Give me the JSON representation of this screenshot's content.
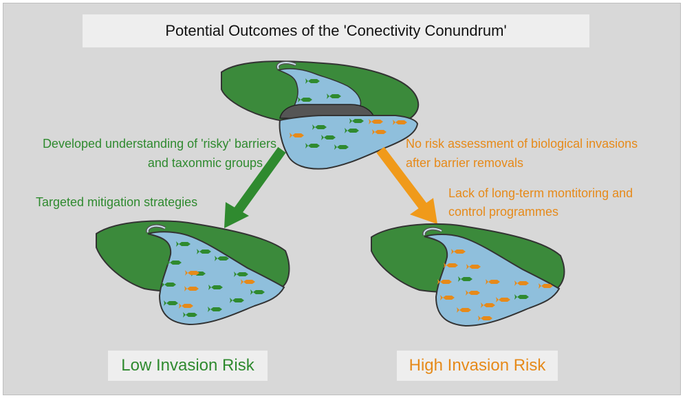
{
  "title": "Potential Outcomes of the 'Conectivity Conundrum'",
  "left_branch": {
    "line1": "Developed understanding of 'risky' barriers",
    "line2": "and taxonmic groups",
    "line3": "Targeted mitigation strategies",
    "color": "#2f8a2f"
  },
  "right_branch": {
    "line1": "No risk assessment of biological invasions",
    "line2": "after barrier removals",
    "line3": "Lack of long-term montitoring and",
    "line4": "control programmes",
    "color": "#e68a1a"
  },
  "outcomes": {
    "low": "Low Invasion Risk",
    "high": "High Invasion Risk"
  },
  "colors": {
    "land": "#3b8a3b",
    "water": "#8fbfdc",
    "outline": "#333333",
    "barrier": "#555555",
    "native_fish": "#2f8a2f",
    "invasive_fish": "#e68a1a",
    "background": "#d8d8d8"
  },
  "icons": [
    "river-scene-with-barrier",
    "river-scene-native-fish",
    "river-scene-invasive-fish",
    "fish-icon",
    "arrow-icon"
  ]
}
